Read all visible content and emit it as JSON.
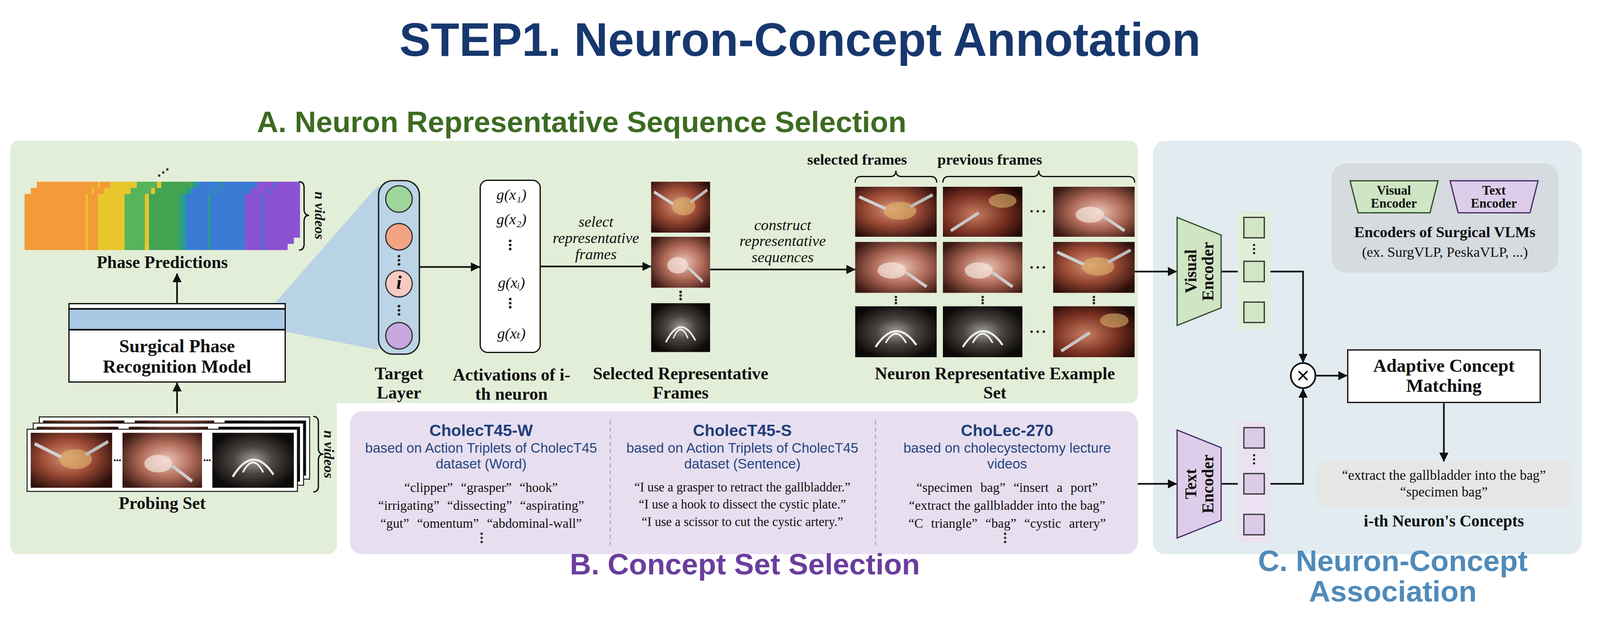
{
  "diagram": {
    "title": "STEP1. Neuron-Concept Annotation",
    "nodes": [
      {
        "text": [
          "A. Neuron Representative Sequence Selection"
        ]
      },
      {
        "text": [
          "B. Concept Set Selection"
        ]
      },
      {
        "text": [
          "C. Neuron-Concept Association"
        ]
      },
      {
        "text": [
          "Phase Predictions"
        ],
        "in": 0
      },
      {
        "text": [
          "Surgical Phase Recognition Model"
        ],
        "in": 0
      },
      {
        "text": [
          "Probing Set"
        ],
        "in": 0
      },
      {
        "text": [
          "i",
          "Target Layer"
        ],
        "in": 0
      },
      {
        "text": [
          "g(x₁)",
          "g(x₂)",
          "g(xᵢ)",
          "g(xₜ)",
          "Activations of i-th neuron"
        ],
        "in": 0
      },
      {
        "text": [
          "Selected Representative Frames"
        ],
        "in": 0
      },
      {
        "text": [
          "selected frames",
          "previous frames",
          "Neuron Representative Example Set"
        ],
        "in": 0
      },
      {
        "text": [
          "CholecT45-W",
          "based on Action Triplets of CholecT45 dataset (Word)",
          "“clipper” “grasper” “hook”",
          "“irrigating” “dissecting” “aspirating”",
          "“gut” “omentum” “abdominal-wall”"
        ],
        "in": 1
      },
      {
        "text": [
          "CholecT45-S",
          "based on Action Triplets of CholecT45 dataset (Sentence)",
          "“I use a grasper to retract the gallbladder.”",
          "“I use a hook to dissect the cystic plate.”",
          "“I use a scissor to cut the cystic artery.”"
        ],
        "in": 1
      },
      {
        "text": [
          "ChoLec-270",
          "based on cholecystectomy lecture videos",
          "“specimen bag” “insert a port”",
          "“extract the gallbladder into the bag”",
          "“C triangle” “bag” “cystic artery”"
        ],
        "in": 1
      },
      {
        "text": [
          "Encoders of Surgical VLMs",
          "(ex. SurgVLP, PeskaVLP, ...)"
        ],
        "in": 2
      },
      {
        "text": [
          "Visual Encoder"
        ],
        "in": 13
      },
      {
        "text": [
          "Text Encoder"
        ],
        "in": 13
      },
      {
        "text": [
          "Visual Encoder"
        ],
        "in": 2
      },
      {
        "text": [
          "Text Encoder"
        ],
        "in": 2
      },
      {
        "text": [
          "×"
        ],
        "in": 2
      },
      {
        "text": [
          "Adaptive Concept Matching"
        ],
        "in": 2
      },
      {
        "text": [
          "“extract the gallbladder into the bag”",
          "“specimen bag”",
          "i-th Neuron's Concepts"
        ],
        "in": 2
      }
    ],
    "edges": [
      {
        "from": 5,
        "to": 4,
        "arrow": "to"
      },
      {
        "from": 4,
        "to": 3,
        "arrow": "to"
      },
      {
        "from": 6,
        "to": 7,
        "arrow": "to"
      },
      {
        "from": 7,
        "to": 8,
        "arrow": "to",
        "label": "select representative frames"
      },
      {
        "from": 8,
        "to": 9,
        "arrow": "to",
        "label": "construct representative sequences"
      },
      {
        "from": 9,
        "to": 16,
        "arrow": "to"
      },
      {
        "from": 1,
        "to": 17,
        "arrow": "to"
      },
      {
        "from": 16,
        "to": 18,
        "arrow": "to"
      },
      {
        "from": 17,
        "to": 18,
        "arrow": "to"
      },
      {
        "from": 18,
        "to": 19,
        "arrow": "to"
      },
      {
        "from": 19,
        "to": 20,
        "arrow": "to"
      }
    ],
    "labels": [
      "n videos",
      "n videos"
    ]
  }
}
